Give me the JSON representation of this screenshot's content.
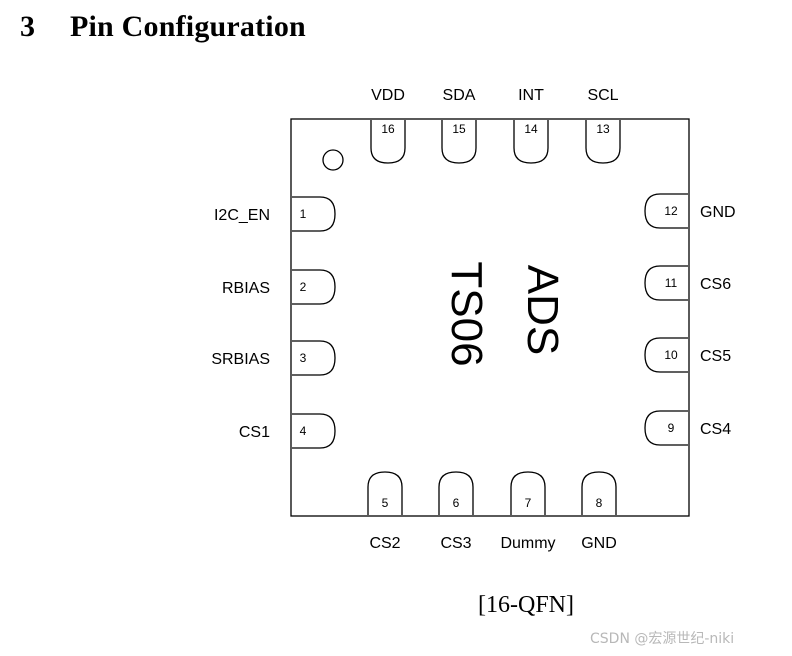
{
  "heading": {
    "number": "3",
    "title": "Pin Configuration"
  },
  "chip": {
    "line1": "ADS",
    "line2": "TS06"
  },
  "pins_top": [
    {
      "num": "16",
      "name": "VDD"
    },
    {
      "num": "15",
      "name": "SDA"
    },
    {
      "num": "14",
      "name": "INT"
    },
    {
      "num": "13",
      "name": "SCL"
    }
  ],
  "pins_left": [
    {
      "num": "1",
      "name": "I2C_EN"
    },
    {
      "num": "2",
      "name": "RBIAS"
    },
    {
      "num": "3",
      "name": "SRBIAS"
    },
    {
      "num": "4",
      "name": "CS1"
    }
  ],
  "pins_right": [
    {
      "num": "12",
      "name": "GND"
    },
    {
      "num": "11",
      "name": "CS6"
    },
    {
      "num": "10",
      "name": "CS5"
    },
    {
      "num": "9",
      "name": "CS4"
    }
  ],
  "pins_bottom": [
    {
      "num": "5",
      "name": "CS2"
    },
    {
      "num": "6",
      "name": "CS3"
    },
    {
      "num": "7",
      "name": "Dummy"
    },
    {
      "num": "8",
      "name": "GND"
    }
  ],
  "caption": "[16-QFN]",
  "watermark": "CSDN @宏源世纪-niki"
}
